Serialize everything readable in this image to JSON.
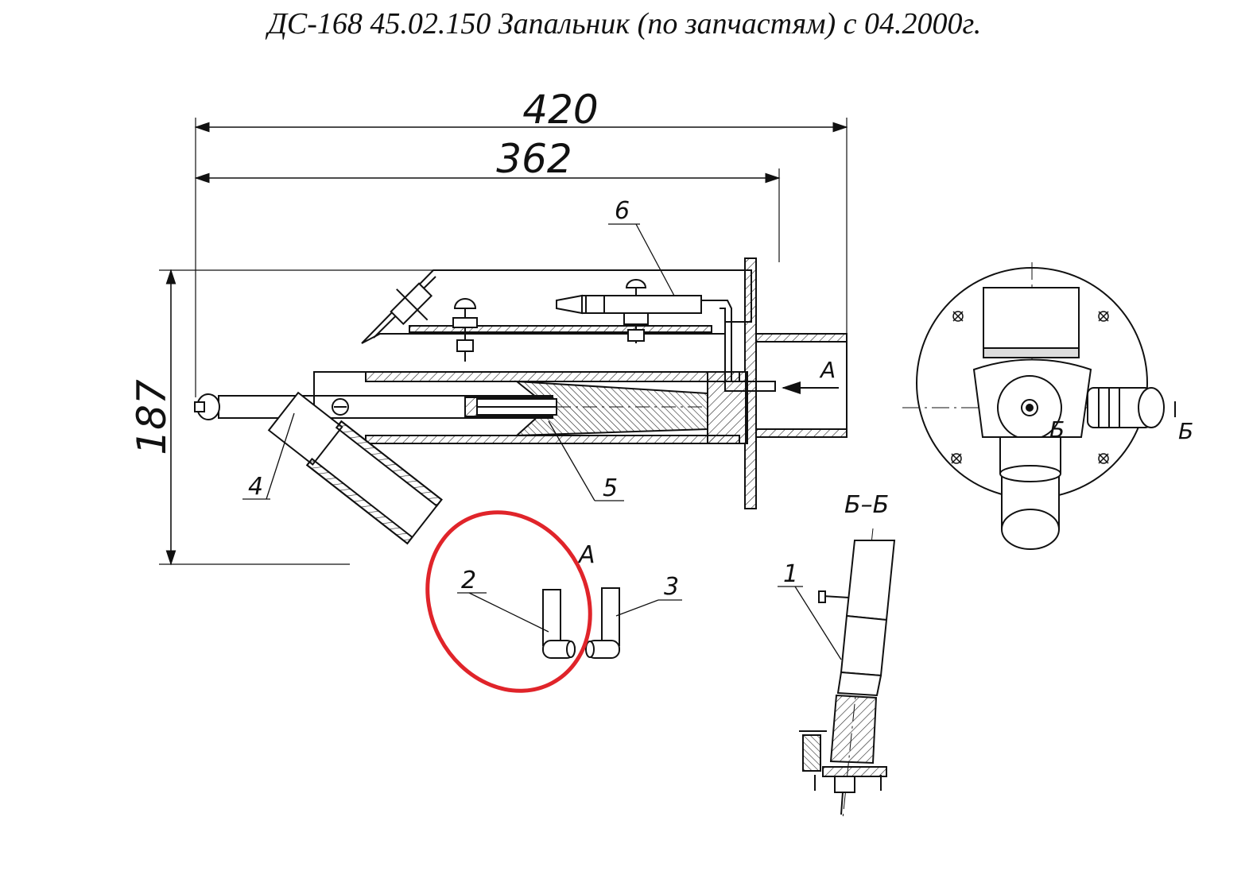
{
  "title": "ДС-168 45.02.150 Запальник (по запчастям) с 04.2000г.",
  "dimensions": {
    "overall_length": "420",
    "body_length": "362",
    "height": "187"
  },
  "callouts": {
    "c1": "1",
    "c2": "2",
    "c3": "3",
    "c4": "4",
    "c5": "5",
    "c6": "6"
  },
  "views": {
    "view_a": "А",
    "section_bb": "Б–Б",
    "arrow_a": "А",
    "cut_b": "Б"
  },
  "highlight": {
    "color": "#e0242a"
  }
}
